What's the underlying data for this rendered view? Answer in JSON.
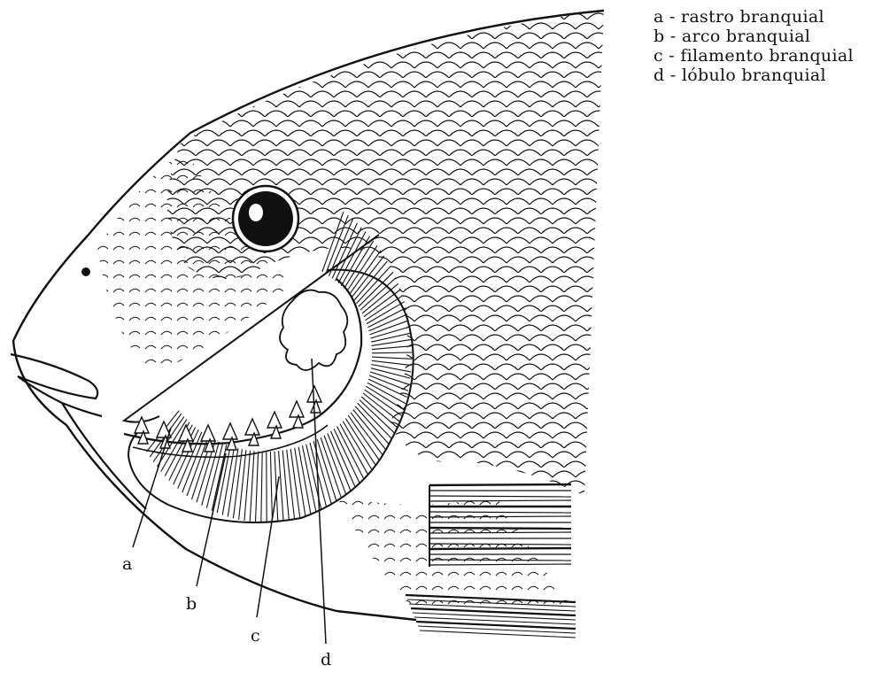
{
  "legend": {
    "items": [
      {
        "letter": "a",
        "text": "a - rastro branquial"
      },
      {
        "letter": "b",
        "text": "b - arco branquial"
      },
      {
        "letter": "c",
        "text": "c - filamento branquial"
      },
      {
        "letter": "d",
        "text": "d - lóbulo branquial"
      }
    ]
  },
  "callouts": {
    "a": "a",
    "b": "b",
    "c": "c",
    "d": "d"
  },
  "colors": {
    "ink": "#111111",
    "background": "#ffffff"
  }
}
